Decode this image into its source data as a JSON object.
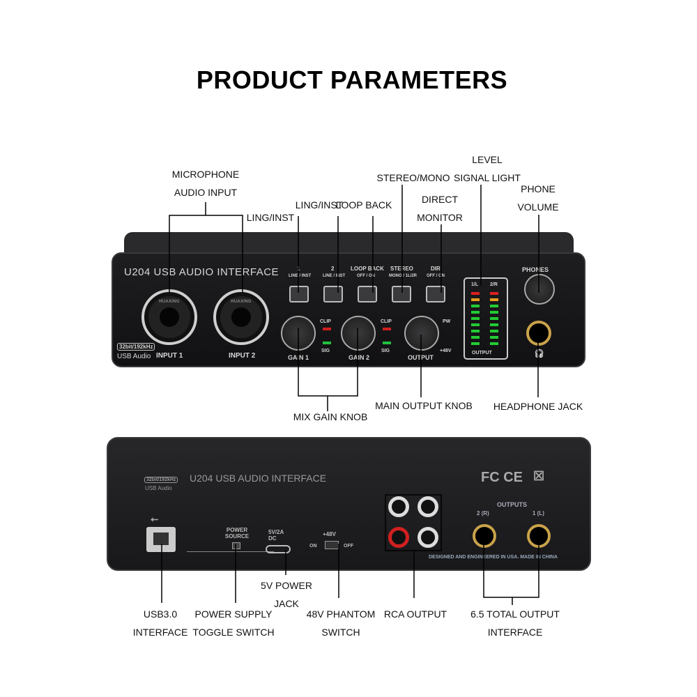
{
  "title": "PRODUCT PARAMETERS",
  "callouts": {
    "mic1": "MICROPHONE",
    "mic2": "AUDIO INPUT",
    "ling1": "LING/INST",
    "ling2": "LING/INST",
    "loop": "LOOP BACK",
    "stereo": "STEREO/MONO",
    "direct1": "DIRECT",
    "direct2": "MONITOR",
    "level1": "LEVEL",
    "level2": "SIGNAL LIGHT",
    "phone1": "PHONE",
    "phone2": "VOLUME",
    "mixgain": "MIX GAIN KNOB",
    "mainout": "MAIN OUTPUT KNOB",
    "headphone": "HEADPHONE JACK",
    "usb1": "USB3.0",
    "usb2": "INTERFACE",
    "power1": "POWER SUPPLY",
    "power2": "TOGGLE SWITCH",
    "v5_1": "5V POWER",
    "v5_2": "JACK",
    "ph1": "48V PHANTOM",
    "ph2": "SWITCH",
    "rca": "RCA OUTPUT",
    "out1": "6.5 TOTAL OUTPUT",
    "out2": "INTERFACE"
  },
  "front_panel": {
    "model": "U204 USB AUDIO INTERFACE",
    "badge": "32bit/192kHz",
    "usb_audio": "USB Audio",
    "input1": "INPUT 1",
    "input2": "INPUT 2",
    "xlr_brand": "HUAXING",
    "ch1": "1",
    "ch1_opts": "LINE / INST",
    "ch2": "2",
    "ch2_opts": "LINE / INST",
    "loop": "LOOP BACK",
    "loop_opts": "OFF / ON",
    "stereo": "STEREO",
    "stereo_opts": "MONO / 1L/2R",
    "dir": "DIR",
    "dir_opts": "OFF / ON",
    "gain1": "GAIN 1",
    "gain2": "GAIN 2",
    "output": "OUTPUT",
    "clip": "CLIP",
    "sig": "SIG",
    "pw": "PW",
    "v48": "+48V",
    "meter_l": "1/L",
    "meter_r": "2/R",
    "meter_out": "OUTPUT",
    "phones": "PHONES"
  },
  "back_panel": {
    "model": "U204 USB AUDIO INTERFACE",
    "badge": "32bit/192kHz",
    "usb_audio": "USB Audio",
    "power_source": "POWER SOURCE",
    "dc": "5V/2A DC",
    "phantom": "+48V",
    "on": "ON",
    "off": "OFF",
    "outputs": "OUTPUTS",
    "out_r": "2 (R)",
    "out_l": "1 (L)",
    "certs": "FC  CE",
    "footer": "DESIGNED AND ENGINEERED IN USA. MADE IN CHINA"
  },
  "colors": {
    "clip_led": "#d02020",
    "sig_led": "#20c040",
    "meter_green": "#22cc33",
    "meter_orange": "#e89a20",
    "meter_red": "#e02020",
    "jack_gold": "#c9a24a"
  }
}
